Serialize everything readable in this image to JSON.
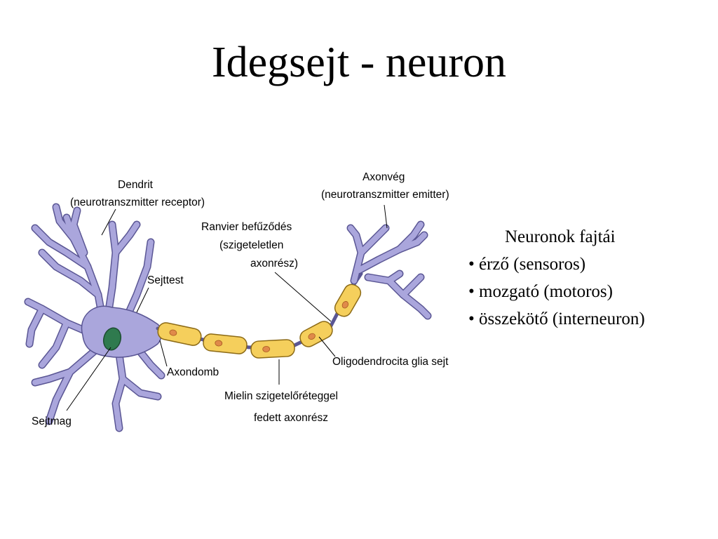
{
  "slide": {
    "title": "Idegsejt - neuron"
  },
  "diagram": {
    "colors": {
      "neuron_body": "#aaa6dc",
      "neuron_outline": "#5a5694",
      "myelin": "#f5cf5c",
      "myelin_outline": "#8c6a16",
      "node_dot": "#e08a4a",
      "nucleus": "#2f7a4e",
      "label_line": "#000000"
    },
    "labels": {
      "dendrit_line1": "Dendrit",
      "dendrit_line2": "(neurotranszmitter receptor)",
      "axonveg_line1": "Axonvég",
      "axonveg_line2": "(neurotranszmitter emitter)",
      "ranvier_line1": "Ranvier befűződés",
      "ranvier_line2": "(szigeteletlen",
      "ranvier_line3": "axonrész)",
      "sejttest": "Sejttest",
      "axondomb": "Axondomb",
      "oligodendrocita": "Oligodendrocita glia sejt",
      "mielin_line1": "Mielin szigetelőréteggel",
      "mielin_line2": "fedett axonrész",
      "sejtmag": "Sejtmag"
    }
  },
  "neuron_types": {
    "heading": "Neuronok fajtái",
    "items": [
      "érző (sensoros)",
      "mozgató (motoros)",
      "összekötő (interneuron)"
    ]
  }
}
